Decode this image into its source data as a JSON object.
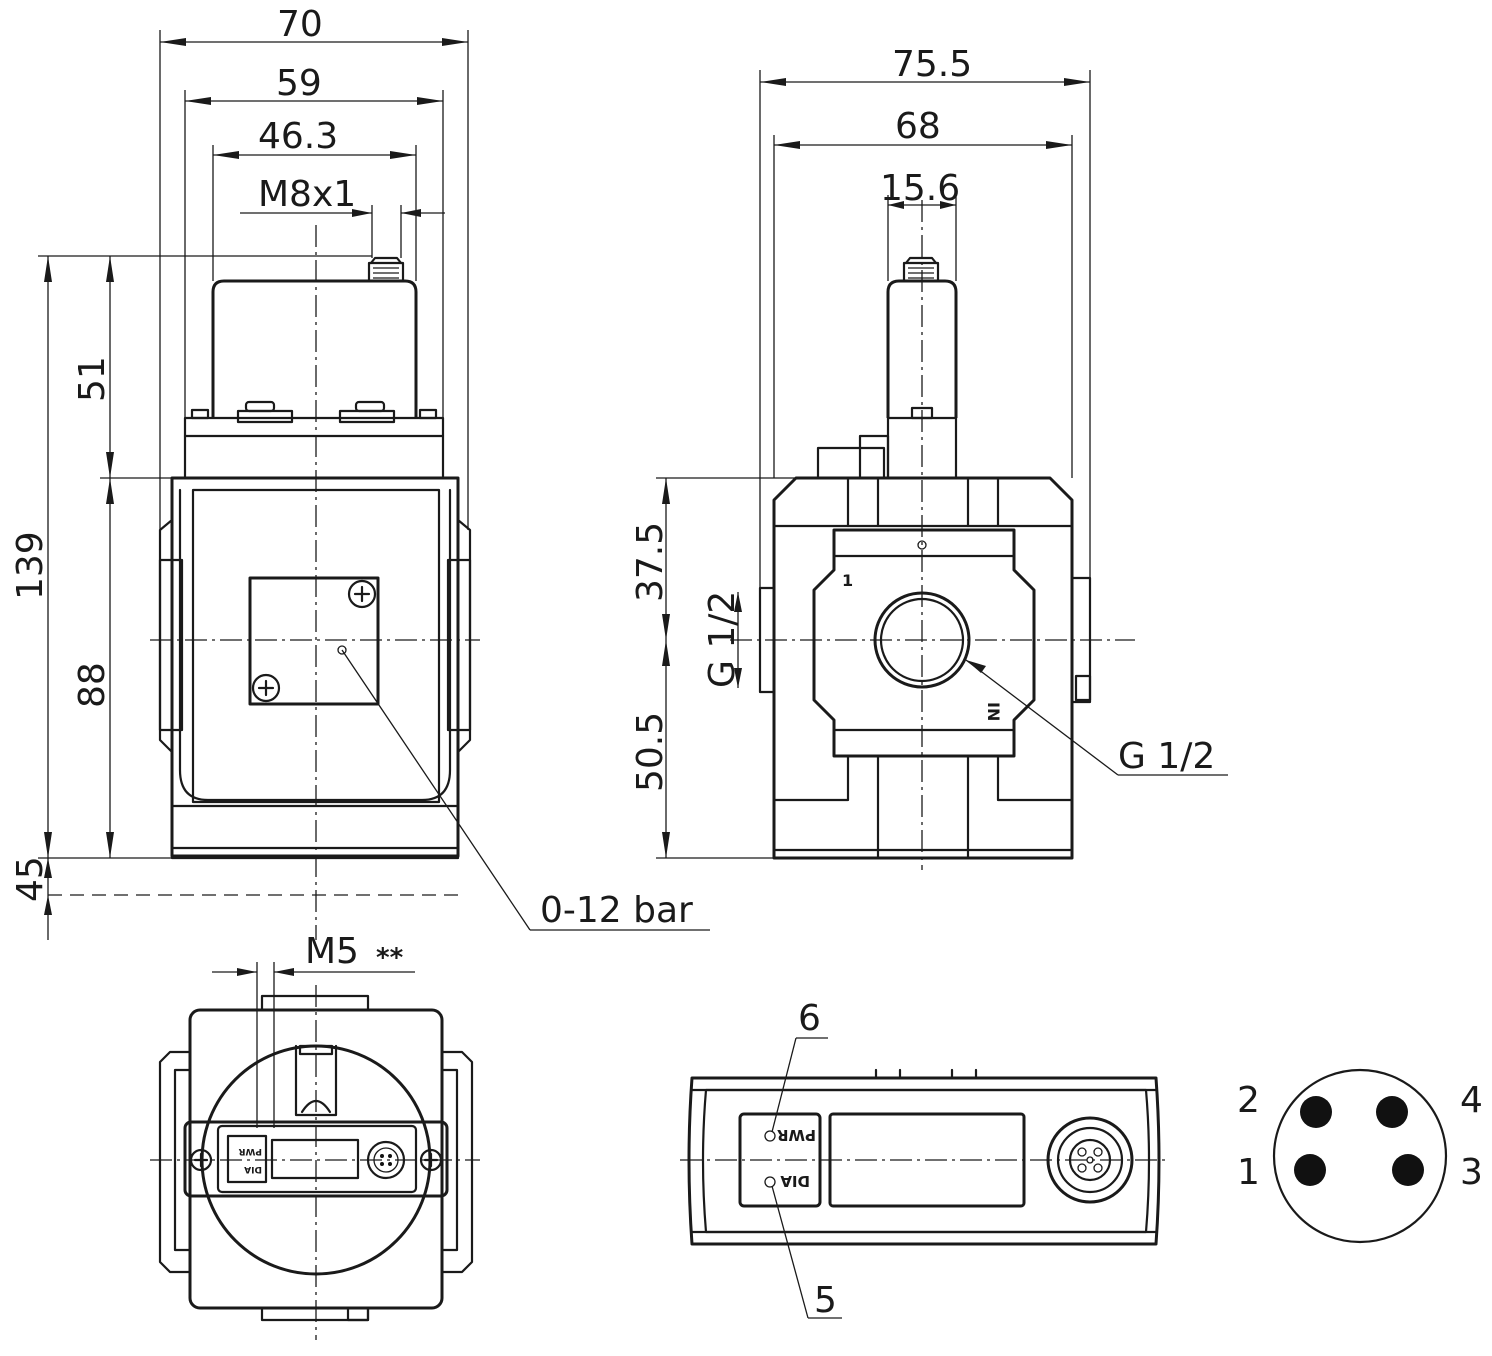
{
  "front_view": {
    "dim_70": "70",
    "dim_59": "59",
    "dim_46_3": "46.3",
    "dim_m8x1": "M8x1",
    "dim_139": "139",
    "dim_51": "51",
    "dim_88": "88",
    "dim_45": "45",
    "gauge_callout": "0-12 bar"
  },
  "side_view": {
    "dim_75_5": "75.5",
    "dim_68": "68",
    "dim_15_6": "15.6",
    "dim_37_5": "37.5",
    "dim_50_5": "50.5",
    "port_left": "G 1/2",
    "port_right": "G 1/2",
    "port_label_1": "1",
    "port_label_in": "IN"
  },
  "top_view": {
    "dim_m5": "M5",
    "dim_m5_note": "**",
    "led_pwr": "PWR",
    "led_dia": "DIA"
  },
  "display_detail": {
    "callout_6": "6",
    "callout_5": "5",
    "led_pwr": "PWR",
    "led_dia": "DIA"
  },
  "connector_pinout": {
    "pin_2": "2",
    "pin_4": "4",
    "pin_1": "1",
    "pin_3": "3"
  }
}
